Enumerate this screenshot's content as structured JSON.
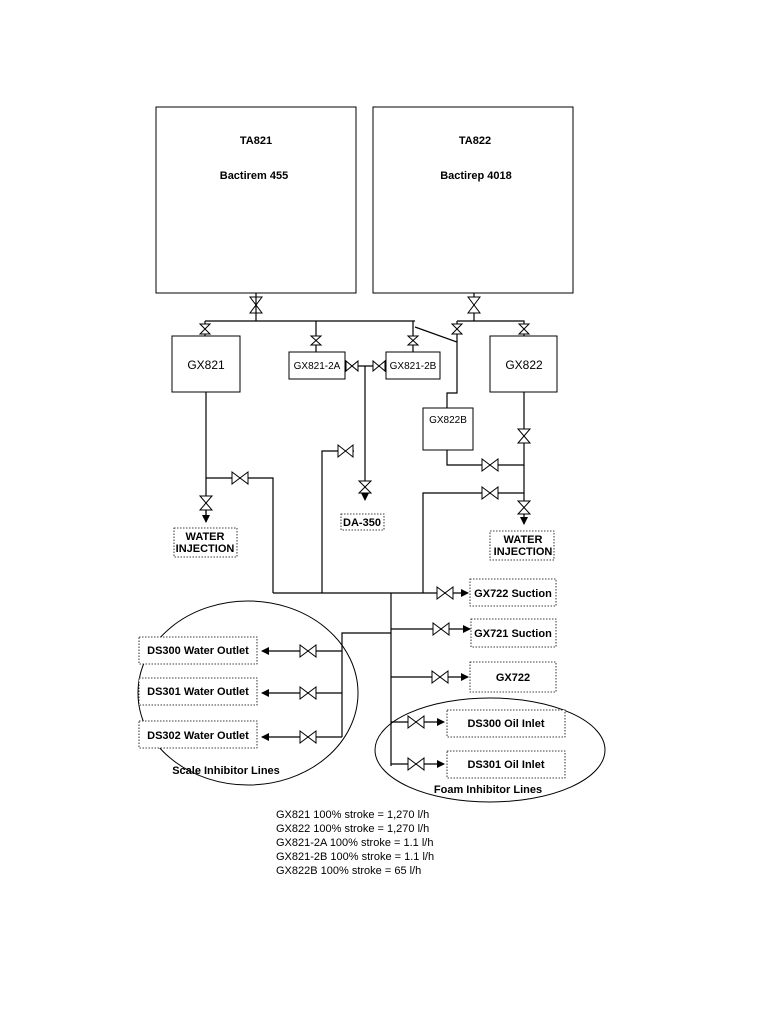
{
  "tanks": [
    {
      "tag": "TA821",
      "product": "Bactirem 455"
    },
    {
      "tag": "TA822",
      "product": "Bactirep 4018"
    }
  ],
  "pumps": {
    "gx821": "GX821",
    "gx821_2a": "GX821-2A",
    "gx821_2b": "GX821-2B",
    "gx822b": "GX822B",
    "gx822": "GX822"
  },
  "outlets": {
    "water_injection_left": [
      "WATER",
      "INJECTION"
    ],
    "water_injection_right": [
      "WATER",
      "INJECTION"
    ],
    "da350": "DA-350",
    "gx722_suction": "GX722 Suction",
    "gx721_suction": "GX721 Suction",
    "gx722": "GX722"
  },
  "scale_inhibitor": {
    "label": "Scale Inhibitor Lines",
    "items": [
      "DS300 Water Outlet",
      "DS301 Water Outlet",
      "DS302 Water Outlet"
    ]
  },
  "foam_inhibitor": {
    "label": "Foam Inhibitor Lines",
    "items": [
      "DS300 Oil Inlet",
      "DS301 Oil Inlet"
    ]
  },
  "notes": [
    "GX821 100% stroke = 1,270 l/h",
    "GX822 100% stroke = 1,270 l/h",
    "GX821-2A 100% stroke = 1.1 l/h",
    "GX821-2B 100% stroke = 1.1 l/h",
    "GX822B 100% stroke = 65 l/h"
  ]
}
